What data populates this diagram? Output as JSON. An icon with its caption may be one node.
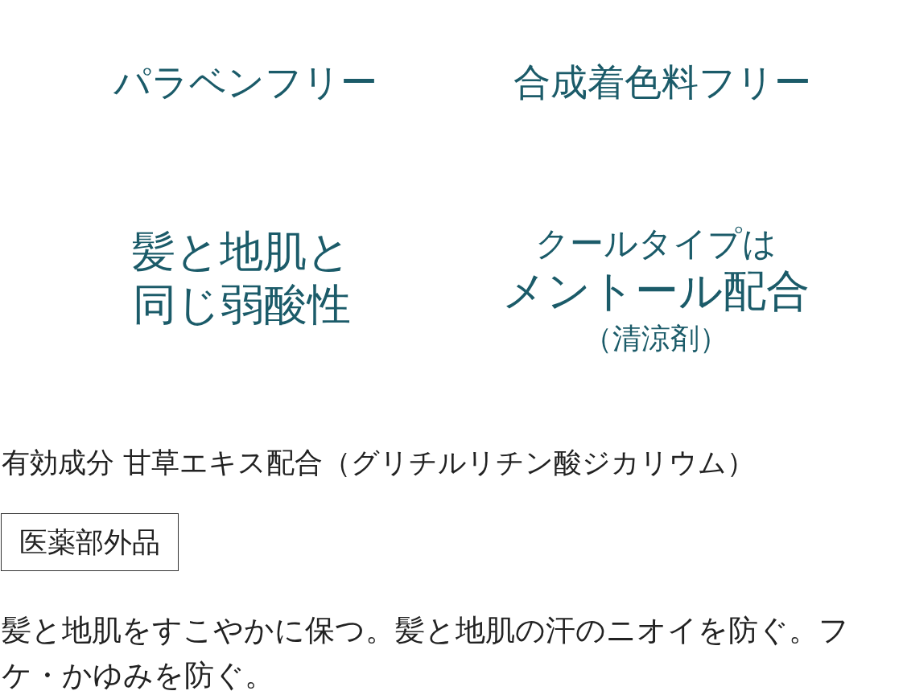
{
  "diagram": {
    "nodes": [
      {
        "text": [
          "医薬部外品"
        ]
      }
    ],
    "labels": [
      "パラベンフリー",
      "合成着色料フリー",
      "髪と地肌と同じ弱酸性",
      "クールタイプは",
      "メントール配合",
      "（清涼剤）",
      "有効成分 甘草エキス配合（グリチルリチン酸ジカリウム）",
      "髪と地肌をすこやかに保つ。髪と地肌の汗のニオイを防ぐ。フケ・かゆみを防ぐ。"
    ]
  }
}
